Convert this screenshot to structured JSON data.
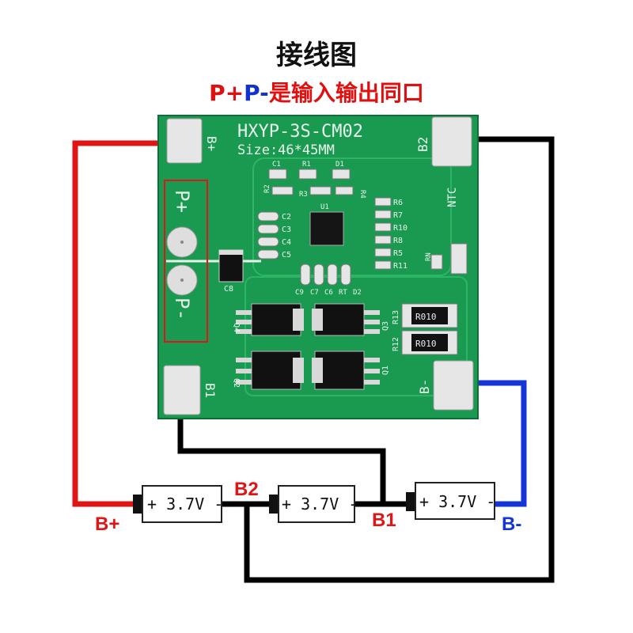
{
  "title": "接线图",
  "subtitle": {
    "pplus": "P+",
    "pminus": "P-",
    "rest": "是输入输出同口"
  },
  "board": {
    "model": "HXYP-3S-CM02",
    "size": "Size:46*45MM",
    "pad_labels": {
      "bplus": "B+",
      "b2": "B2",
      "b1": "B1",
      "bminus": "B-",
      "p_plus": "P+",
      "p_minus": "P-"
    },
    "components": [
      "C1",
      "R1",
      "D1",
      "R2",
      "R3",
      "R4",
      "U1",
      "C2",
      "C3",
      "C4",
      "C5",
      "R6",
      "R7",
      "R10",
      "R8",
      "R5",
      "R11",
      "NTC",
      "RN",
      "C9",
      "C8",
      "C7",
      "C6",
      "RT",
      "D2",
      "Q4",
      "Q2",
      "Q3",
      "Q1",
      "R13",
      "R12",
      "R010",
      "R010"
    ]
  },
  "cells": [
    "+ 3.7V -",
    "+ 3.7V -",
    "+ 3.7V -"
  ],
  "wire_labels": {
    "bplus": "B+",
    "b2": "B2",
    "b1": "B1",
    "bminus": "B-"
  },
  "colors": {
    "board": "#1a9950",
    "positive_wire": "#e01515",
    "negative_wire": "#1535d8",
    "balance_wire": "#000000"
  }
}
